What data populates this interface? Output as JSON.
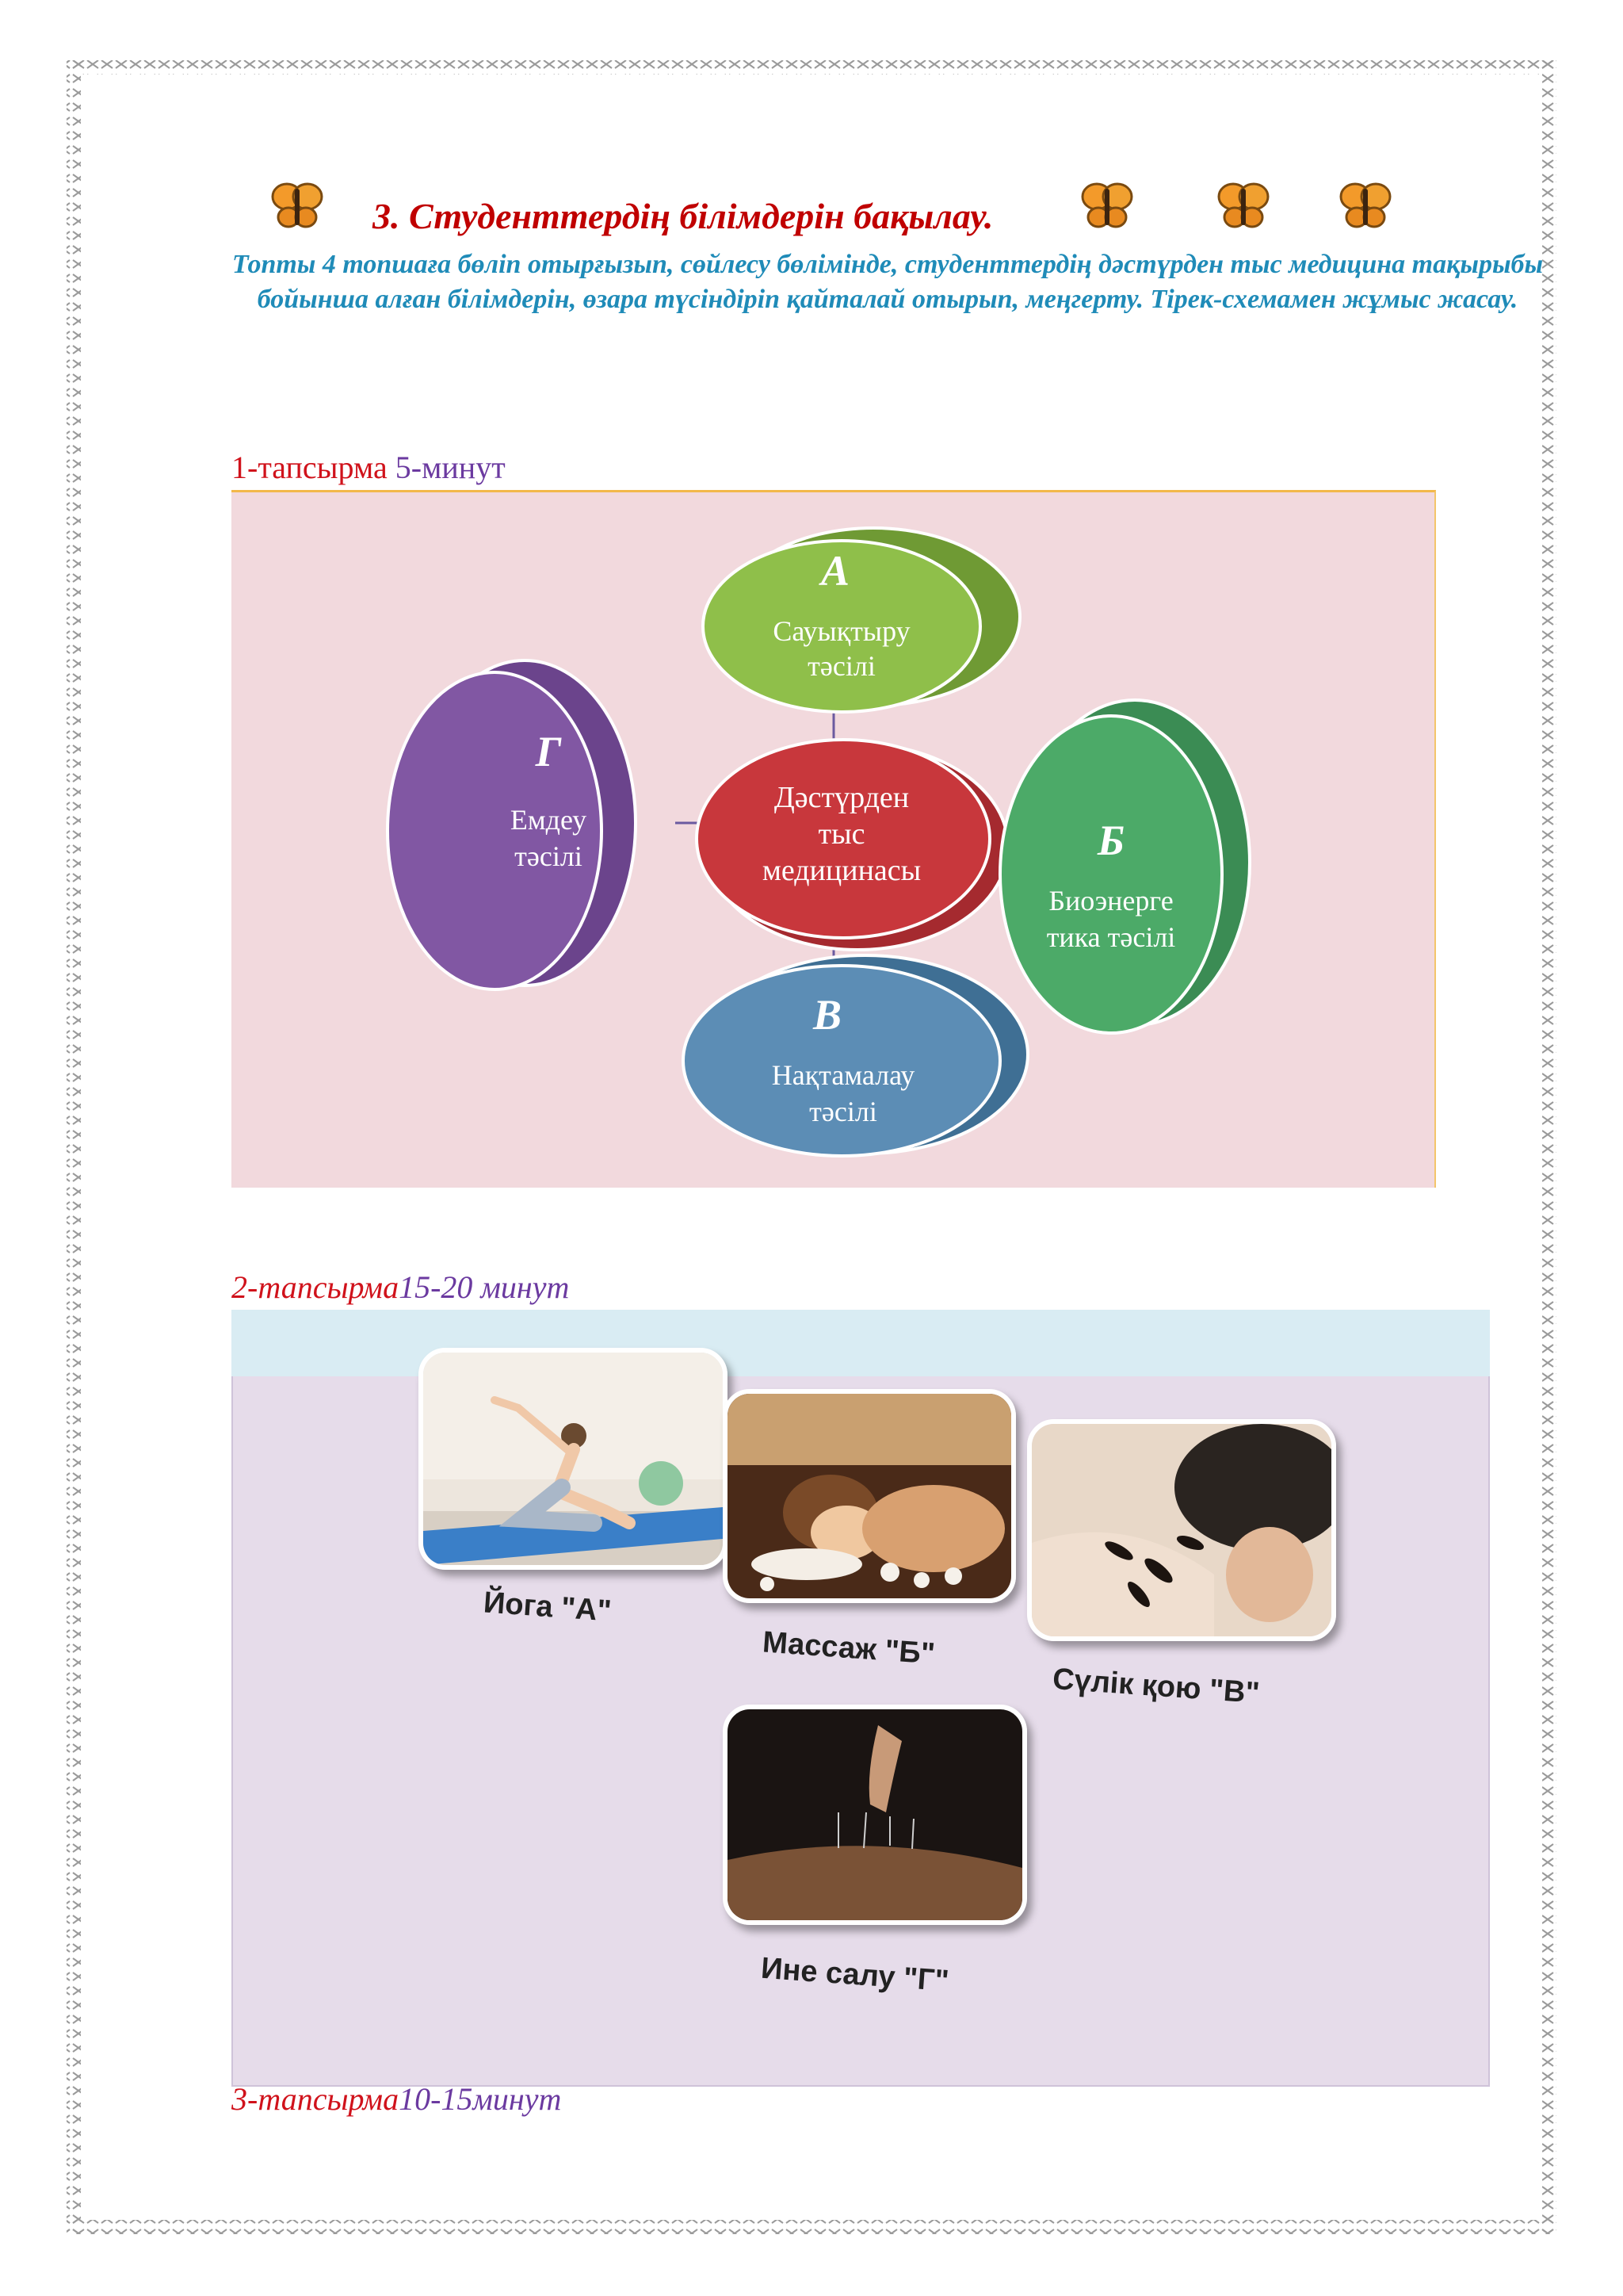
{
  "heading": "3. Студенттердің білімдерін бақылау.",
  "intro": "Топты 4 топшаға бөліп отырғызып, сөйлесу бөлімінде, студенттердің дәстүрден тыс медицина тақырыбы бойынша алған білімдерін, өзара түсіндіріп қайталай отырып, меңгерту. Тірек-схемамен жұмыс жасау.",
  "task1": {
    "num": "1-тапсырма",
    "dur": "5-минут"
  },
  "task2": {
    "num": "2-тапсырма",
    "dur": "15-20 минут"
  },
  "task3": {
    "num": "3-тапсырма",
    "dur": "10-15минут"
  },
  "diagram": {
    "center": [
      "Дәстүрден",
      "тыс",
      "медицинасы"
    ],
    "a": {
      "letter": "А",
      "line1": "Сауықтыру",
      "line2": "тәсілі"
    },
    "b": {
      "letter": "Б",
      "line1": "Биоэнерге",
      "line2": "тика тәсілі"
    },
    "v": {
      "letter": "В",
      "line1": "Нақтамалау",
      "line2": "тәсілі"
    },
    "g": {
      "letter": "Г",
      "line1": "Емдеу",
      "line2": "тәсілі"
    }
  },
  "photos": {
    "yoga": "Йога  \"А\"",
    "massage": "Массаж \"Б\"",
    "leech": "Сүлік қою \"В\"",
    "needle": "Ине салу \"Г\""
  },
  "icons": [
    "butterfly-icon"
  ],
  "colors": {
    "heading": "#c00000",
    "intro": "#1f8bb8",
    "task_num": "#d0121b",
    "task_dur": "#6b3aa0",
    "oval_a": "#8fbf4a",
    "oval_b": "#4caa68",
    "oval_v": "#5c8db5",
    "oval_g": "#8157a3",
    "oval_center": "#c8373c"
  }
}
